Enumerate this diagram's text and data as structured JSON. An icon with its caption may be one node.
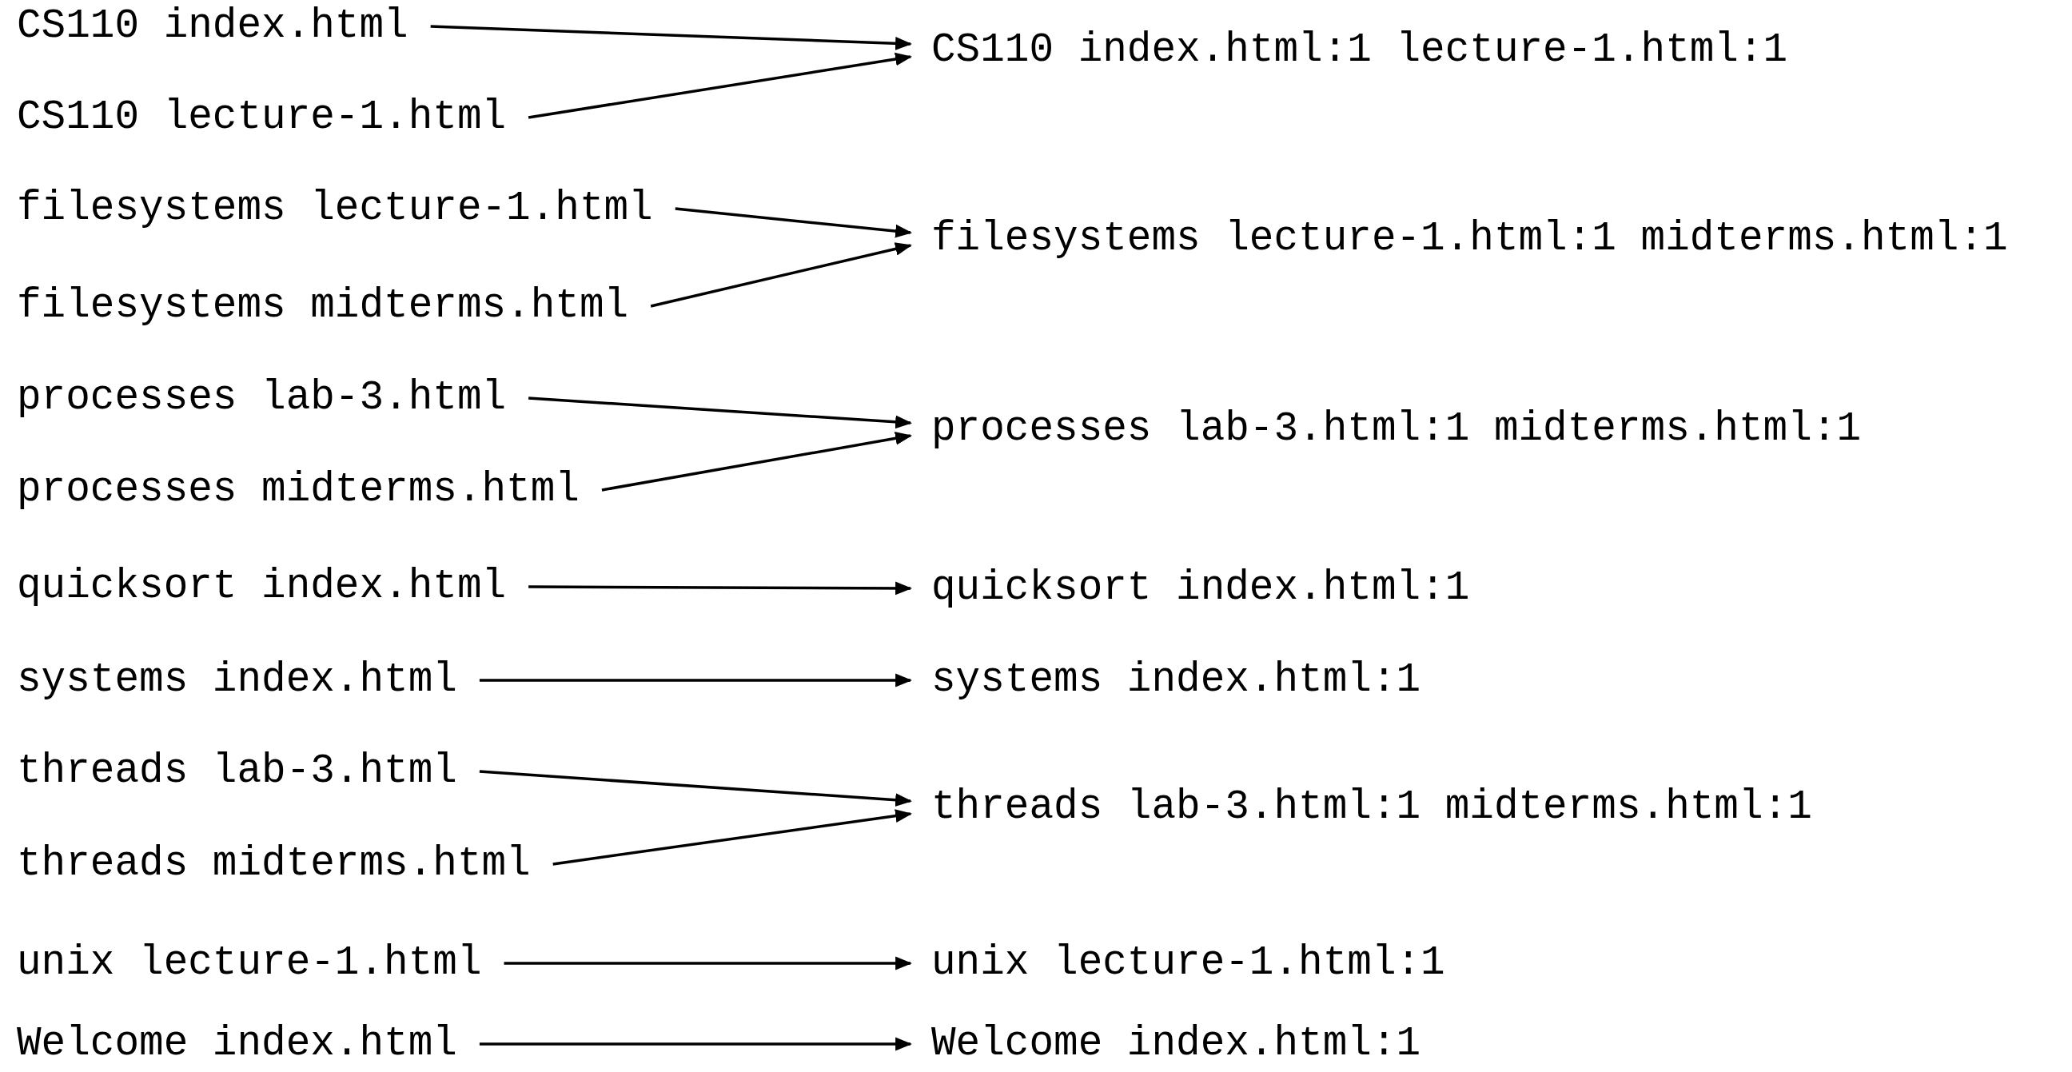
{
  "diagram": {
    "nodes": [
      {
        "text": [
          "CS110 index.html"
        ]
      },
      {
        "text": [
          "CS110 lecture-1.html"
        ]
      },
      {
        "text": [
          "CS110 index.html:1 lecture-1.html:1"
        ]
      },
      {
        "text": [
          "filesystems lecture-1.html"
        ]
      },
      {
        "text": [
          "filesystems midterms.html"
        ]
      },
      {
        "text": [
          "filesystems lecture-1.html:1 midterms.html:1"
        ]
      },
      {
        "text": [
          "processes lab-3.html"
        ]
      },
      {
        "text": [
          "processes midterms.html"
        ]
      },
      {
        "text": [
          "processes lab-3.html:1 midterms.html:1"
        ]
      },
      {
        "text": [
          "quicksort index.html"
        ]
      },
      {
        "text": [
          "quicksort index.html:1"
        ]
      },
      {
        "text": [
          "systems index.html"
        ]
      },
      {
        "text": [
          "systems index.html:1"
        ]
      },
      {
        "text": [
          "threads lab-3.html"
        ]
      },
      {
        "text": [
          "threads midterms.html"
        ]
      },
      {
        "text": [
          "threads lab-3.html:1 midterms.html:1"
        ]
      },
      {
        "text": [
          "unix lecture-1.html"
        ]
      },
      {
        "text": [
          "unix lecture-1.html:1"
        ]
      },
      {
        "text": [
          "Welcome index.html"
        ]
      },
      {
        "text": [
          "Welcome index.html:1"
        ]
      }
    ],
    "edges": [
      {
        "from": 0,
        "to": 2,
        "arrow": "to"
      },
      {
        "from": 1,
        "to": 2,
        "arrow": "to"
      },
      {
        "from": 3,
        "to": 5,
        "arrow": "to"
      },
      {
        "from": 4,
        "to": 5,
        "arrow": "to"
      },
      {
        "from": 6,
        "to": 8,
        "arrow": "to"
      },
      {
        "from": 7,
        "to": 8,
        "arrow": "to"
      },
      {
        "from": 9,
        "to": 10,
        "arrow": "to"
      },
      {
        "from": 11,
        "to": 12,
        "arrow": "to"
      },
      {
        "from": 13,
        "to": 15,
        "arrow": "to"
      },
      {
        "from": 14,
        "to": 15,
        "arrow": "to"
      },
      {
        "from": 16,
        "to": 17,
        "arrow": "to"
      },
      {
        "from": 18,
        "to": 19,
        "arrow": "to"
      }
    ]
  }
}
